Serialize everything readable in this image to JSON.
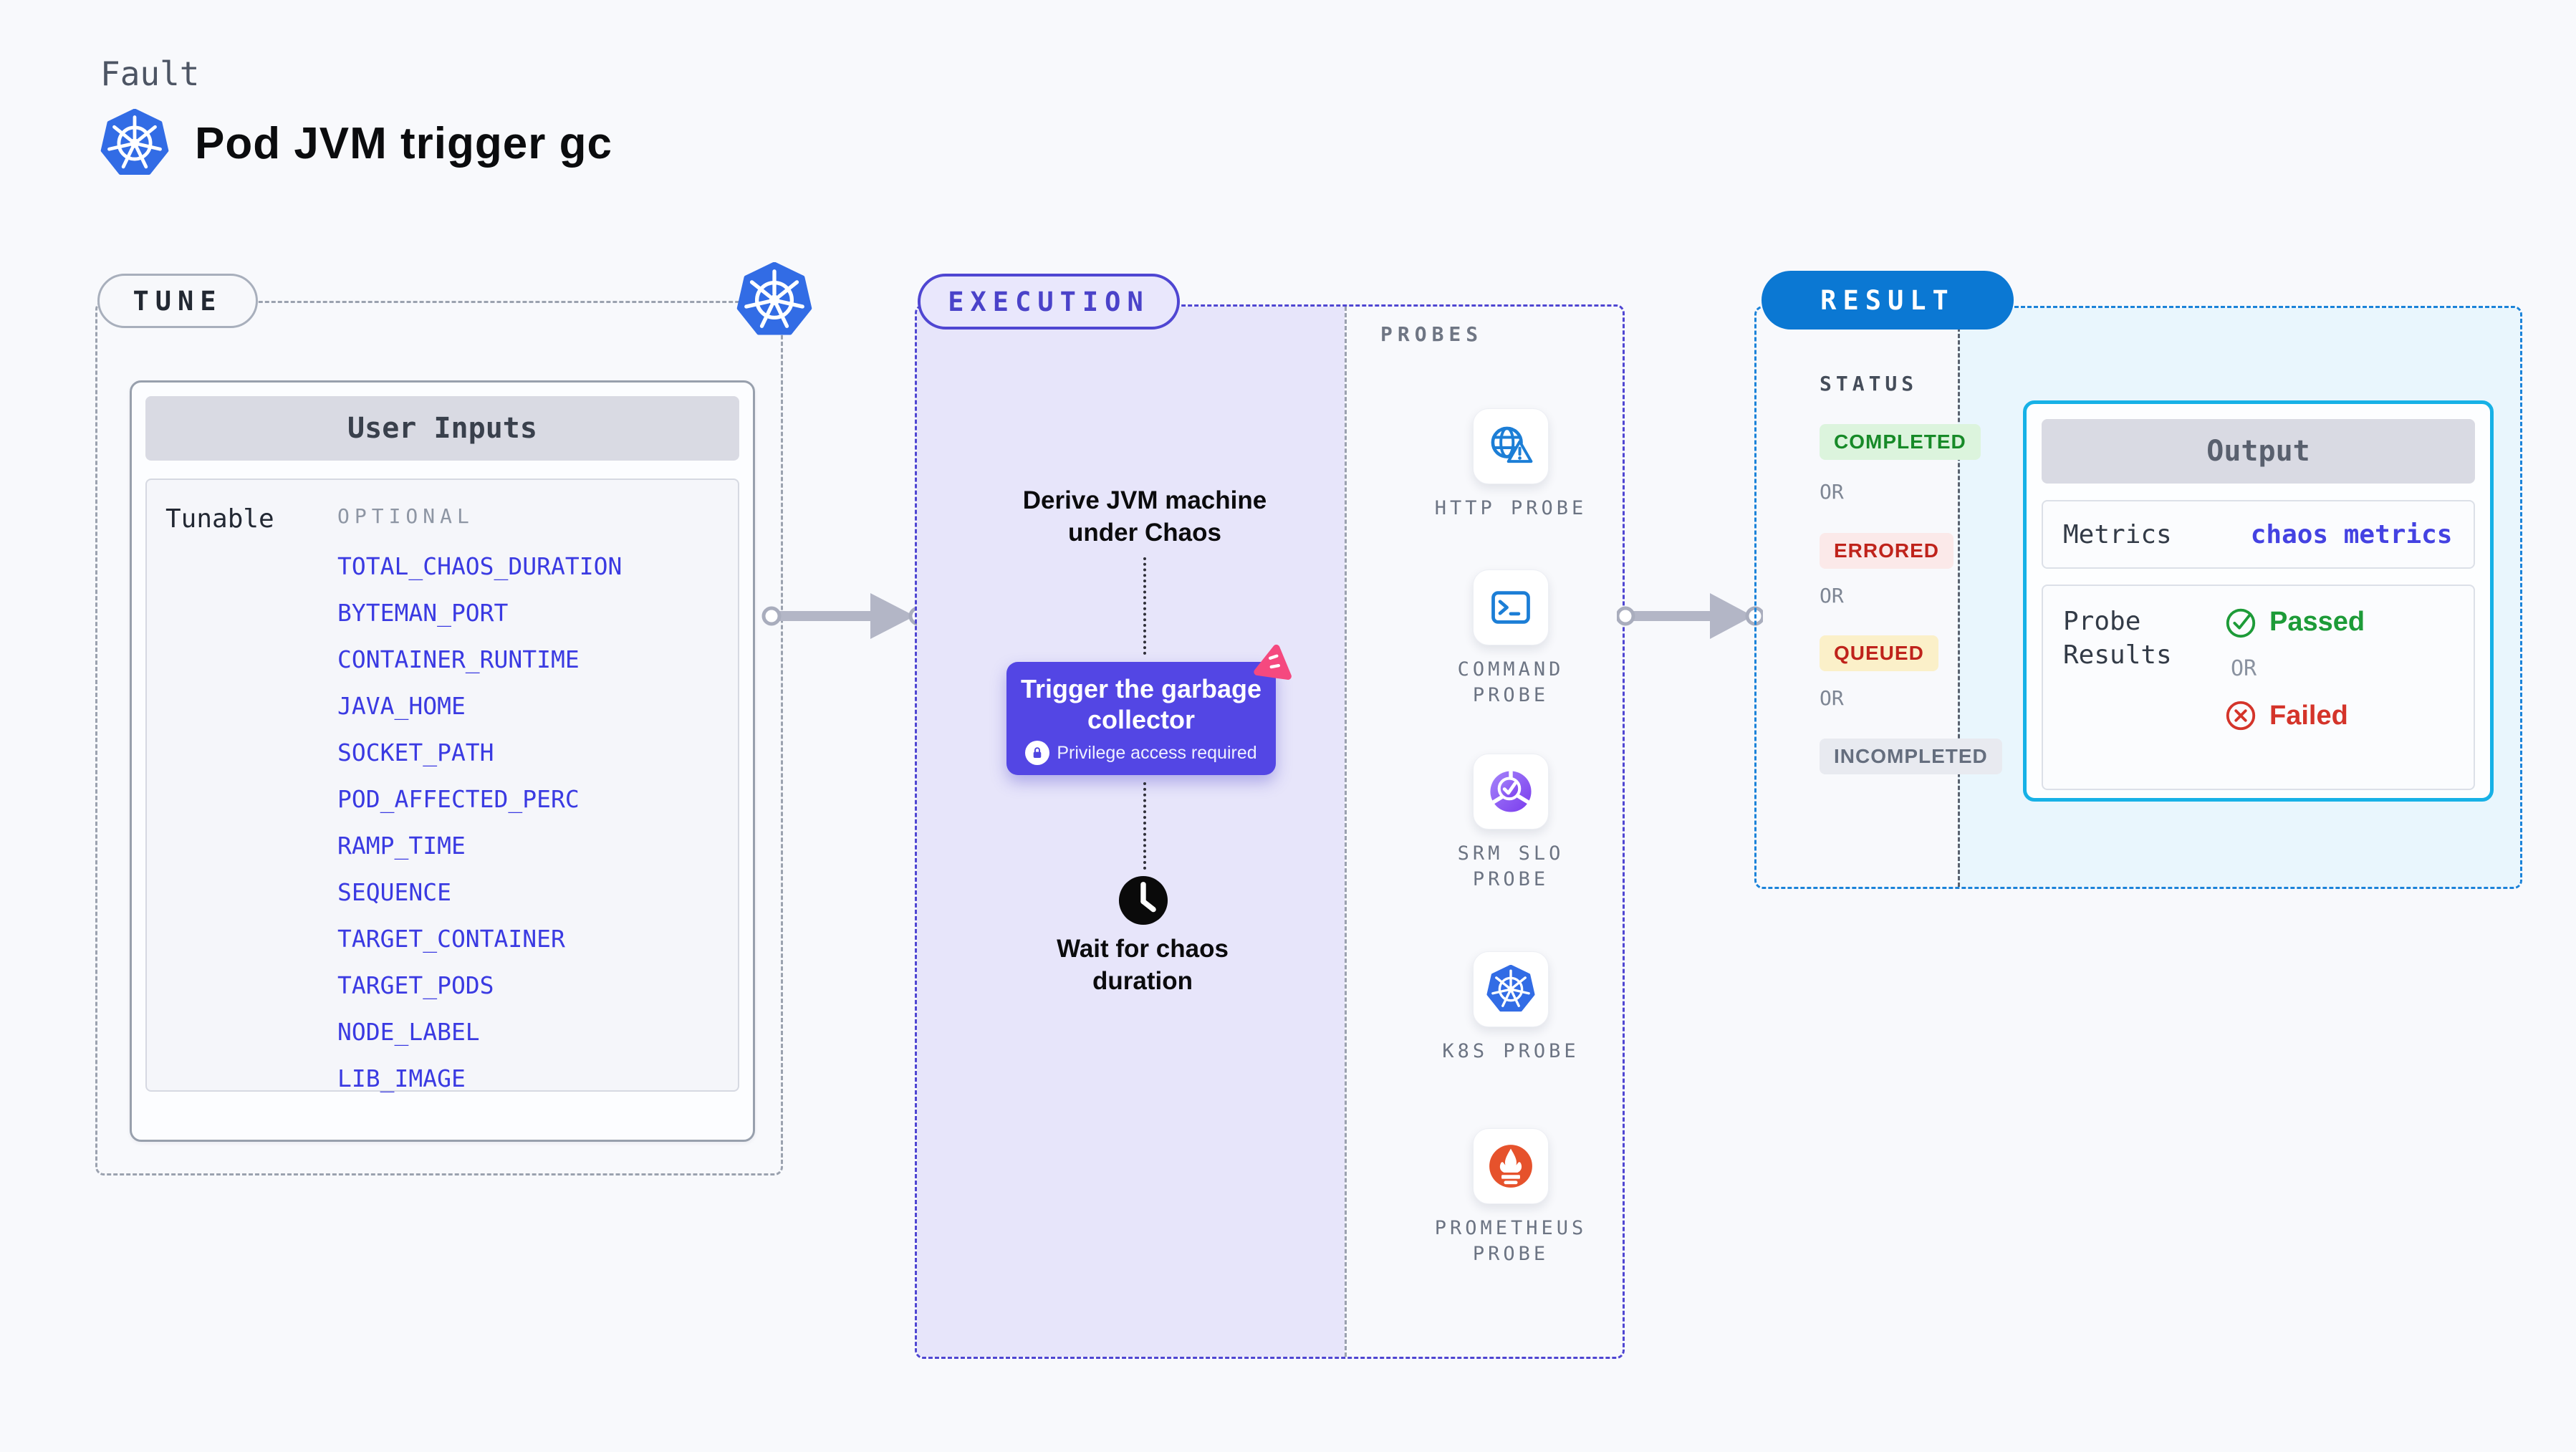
{
  "page": {
    "kicker": "Fault",
    "title": "Pod JVM trigger gc"
  },
  "tune": {
    "label": "TUNE",
    "card_title": "User Inputs",
    "row_label": "Tunable",
    "column_label": "OPTIONAL",
    "params": [
      "TOTAL_CHAOS_DURATION",
      "BYTEMAN_PORT",
      "CONTAINER_RUNTIME",
      "JAVA_HOME",
      "SOCKET_PATH",
      "POD_AFFECTED_PERC",
      "RAMP_TIME",
      "SEQUENCE",
      "TARGET_CONTAINER",
      "TARGET_PODS",
      "NODE_LABEL",
      "LIB_IMAGE"
    ]
  },
  "execution": {
    "label": "EXECUTION",
    "probes_label": "PROBES",
    "derive_text": "Derive JVM machine under Chaos",
    "action": {
      "title": "Trigger the garbage collector",
      "note": "Privilege access required"
    },
    "wait_text": "Wait for chaos duration",
    "probes": [
      {
        "name": "HTTP PROBE",
        "icon": "globe-alert-icon"
      },
      {
        "name": "COMMAND PROBE",
        "icon": "terminal-icon"
      },
      {
        "name": "SRM SLO PROBE",
        "icon": "slo-check-icon"
      },
      {
        "name": "K8S PROBE",
        "icon": "kubernetes-icon"
      },
      {
        "name": "PROMETHEUS PROBE",
        "icon": "prometheus-icon"
      }
    ]
  },
  "result": {
    "label": "RESULT",
    "status_label": "STATUS",
    "or_label": "OR",
    "statuses": [
      {
        "label": "COMPLETED",
        "kind": "success"
      },
      {
        "label": "ERRORED",
        "kind": "error"
      },
      {
        "label": "QUEUED",
        "kind": "warning"
      },
      {
        "label": "INCOMPLETED",
        "kind": "neutral"
      }
    ],
    "output": {
      "title": "Output",
      "metrics_label": "Metrics",
      "metrics_value": "chaos metrics",
      "probe_results_label": "Probe Results",
      "passed_label": "Passed",
      "or_label": "OR",
      "failed_label": "Failed"
    }
  },
  "colors": {
    "page_bg": "#f8f9fc",
    "accent_indigo": "#5346e4",
    "execution_border": "#4f46d2",
    "lavender_fill": "#e7e5fa",
    "result_blue": "#0b78d3",
    "result_dash": "#1b83d9",
    "output_border": "#17b1e6",
    "output_fill": "#e9f6fd",
    "param_link": "#3a3ae2",
    "success_green": "#1d9b38",
    "error_red": "#d4342a",
    "queued_yellow_bg": "#fbf0c9",
    "k8s_blue": "#326ce5",
    "prometheus_orange": "#e6522c",
    "srm_purple": "#7a3bed",
    "chaos_pink": "#f5497f",
    "arrow_gray": "#b3b6c6"
  }
}
